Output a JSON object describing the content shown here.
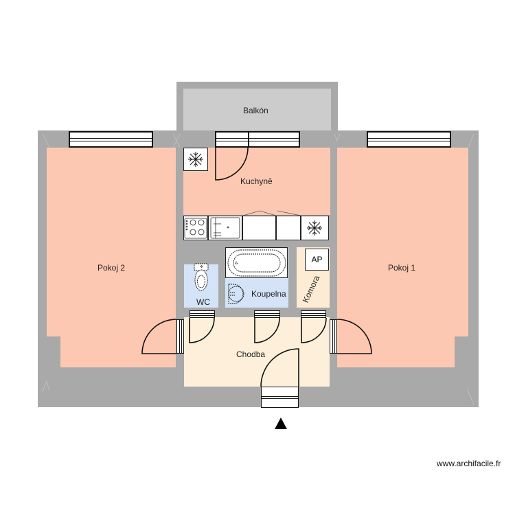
{
  "plan": {
    "rooms": [
      {
        "id": "balkon",
        "label": "Balkón",
        "color": "#cccccc"
      },
      {
        "id": "kuchyne",
        "label": "Kuchyně",
        "color": "#fdc8b2"
      },
      {
        "id": "pokoj2",
        "label": "Pokoj 2",
        "color": "#fdc8b2"
      },
      {
        "id": "pokoj1",
        "label": "Pokoj 1",
        "color": "#fdc8b2"
      },
      {
        "id": "wc",
        "label": "WC",
        "color": "#d4e3f7"
      },
      {
        "id": "koupelna",
        "label": "Koupelna",
        "color": "#d4e3f7"
      },
      {
        "id": "komora",
        "label": "Komora",
        "color": "#fdebd3"
      },
      {
        "id": "chodba",
        "label": "Chodba",
        "color": "#fdefd9"
      }
    ],
    "fixtures": {
      "ap_label": "AP",
      "fridge_icon": "snowflake-icon",
      "stove_icon": "cooktop-icon",
      "sink_icon": "sink-icon",
      "bath_icon": "bathtub-icon",
      "toilet_icon": "toilet-icon",
      "washbasin_icon": "washbasin-icon"
    },
    "entrance_icon": "entrance-arrow-icon",
    "wall_color": "#a9a9a9"
  },
  "footer": {
    "watermark": "www.archifacile.fr"
  }
}
